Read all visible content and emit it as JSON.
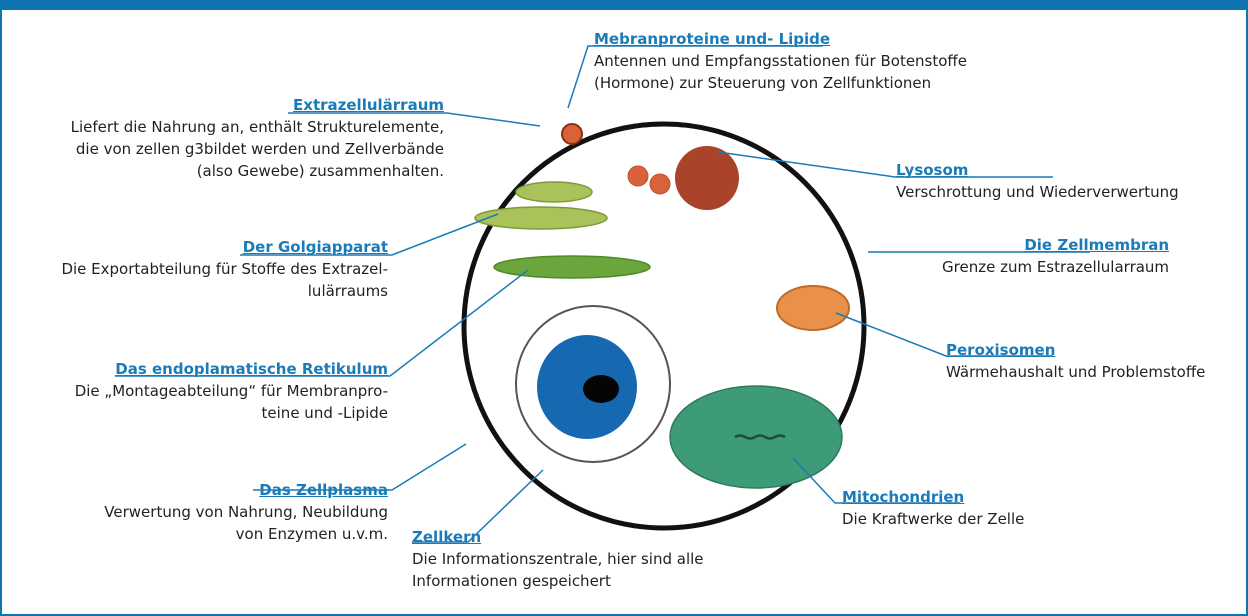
{
  "labels": {
    "membran_proteine": {
      "title": "Mebranproteine und- Lipide",
      "desc": "Antennen und Empfangsstationen für Botenstoffe\n(Hormone) zur Steuerung von Zellfunktionen"
    },
    "extrazellularraum": {
      "title": "Extrazellulärraum",
      "desc": "Liefert die Nahrung an, enthält Strukturelemente,\ndie von zellen g3bildet werden und Zellverbände\n(also Gewebe) zusammenhalten."
    },
    "lysosom": {
      "title": "Lysosom",
      "desc": "Verschrottung und Wiederverwertung"
    },
    "golgiapparat": {
      "title": "Der Golgiapparat",
      "desc": "Die Exportabteilung für Stoffe des Extrazel-\nlulärraums"
    },
    "zellmembran": {
      "title": "Die Zellmembran",
      "desc": "Grenze zum Estrazellularraum"
    },
    "peroxisomen": {
      "title": "Peroxisomen",
      "desc": "Wärmehaushalt und Problemstoffe"
    },
    "retikulum": {
      "title": "Das endoplamatische Retikulum",
      "desc": "Die „Montageabteilung“ für Membranpro-\nteine und -Lipide"
    },
    "zellplasma": {
      "title": "Das Zellplasma",
      "desc": "Verwertung von Nahrung, Neubildung\nvon Enzymen u.v.m."
    },
    "mitochondrien": {
      "title": "Mitochondrien",
      "desc": "Die Kraftwerke der Zelle"
    },
    "zellkern": {
      "title": "Zellkern",
      "desc": "Die Informationszentrale, hier sind alle\nInformationen gespeichert"
    }
  },
  "colors": {
    "frame": "#0e74b4",
    "title": "#1a7bb8",
    "leader": "#1a7bb8",
    "golgi": "#a9c25a",
    "retikulum": "#6aa63c",
    "lysosom": "#a9432a",
    "peroxisom": "#e9914a",
    "mitochondrium": "#3e9b77",
    "nucleus": "#1669b1"
  }
}
